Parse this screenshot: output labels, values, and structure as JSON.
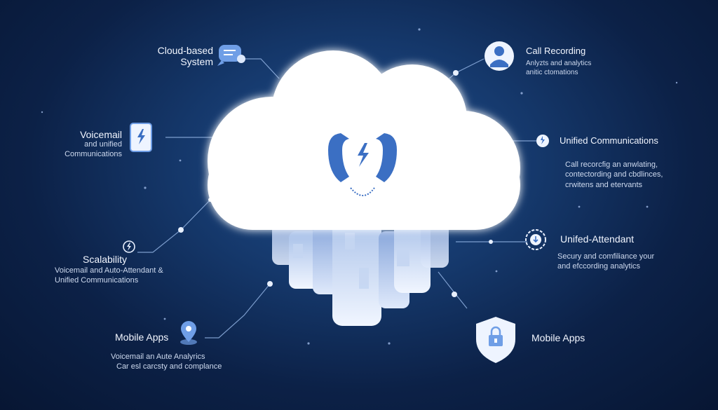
{
  "center": {
    "icon": "phone-bolt-icon"
  },
  "features": {
    "cloud_system": {
      "title_lines": [
        "Cloud-based",
        "System"
      ],
      "icon": "chat-bubble-icon"
    },
    "voicemail": {
      "title": "Voicemail",
      "desc_lines": [
        "and unified",
        "Communications"
      ],
      "icon": "tablet-bolt-icon"
    },
    "scalability": {
      "title": "Scalability",
      "desc_lines": [
        "Voicemail and Auto-Attendant &",
        "Unified Communications"
      ],
      "icon": "bolt-circle-icon"
    },
    "mobile_apps_left": {
      "title": "Mobile Apps",
      "desc_lines": [
        "Voicemail an Aute Analyrics",
        "Car esl carcsty and complance"
      ],
      "icon": "location-pin-icon"
    },
    "call_recording": {
      "title": "Call Recording",
      "desc_lines": [
        "Anlyzts and analytics",
        "anitic ctomations"
      ],
      "icon": "agent-icon"
    },
    "unified_comms": {
      "title": "Unified Communications",
      "desc_lines": [
        "Call recorcfig an anwlating,",
        "contectording and cbdlinces,",
        "crwitens and etervants"
      ],
      "icon": "globe-icon"
    },
    "unified_attendant": {
      "title": "Unifed-Attendant",
      "desc_lines": [
        "Secury and comfiliance your",
        "and efccording analytics"
      ],
      "icon": "gear-icon"
    },
    "mobile_apps_right": {
      "title": "Mobile Apps",
      "icon": "lock-shield-icon"
    }
  },
  "colors": {
    "accent": "#3a6fc0",
    "cloud": "#ffffff",
    "line": "#8fb0e0"
  }
}
